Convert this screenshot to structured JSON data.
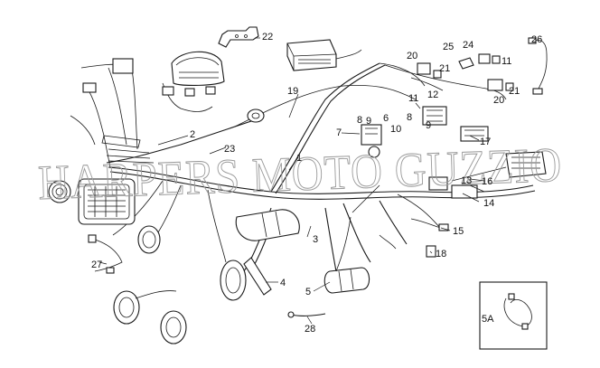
{
  "watermark": "HARPERS MOTO GUZZIO",
  "callouts": {
    "c1": "1",
    "c2": "2",
    "c3": "3",
    "c4": "4",
    "c5": "5",
    "c5a": "5A",
    "c6": "6",
    "c7": "7",
    "c8a": "8",
    "c8b": "8",
    "c9a": "9",
    "c9b": "9",
    "c10": "10",
    "c11a": "11",
    "c11b": "11",
    "c12": "12",
    "c13": "13",
    "c14": "14",
    "c15": "15",
    "c16": "16",
    "c17": "17",
    "c18": "18",
    "c19": "19",
    "c20a": "20",
    "c20b": "20",
    "c21a": "21",
    "c21b": "21",
    "c22": "22",
    "c23": "23",
    "c24": "24",
    "c25": "25",
    "c26": "26",
    "c27": "27",
    "c28": "28"
  }
}
